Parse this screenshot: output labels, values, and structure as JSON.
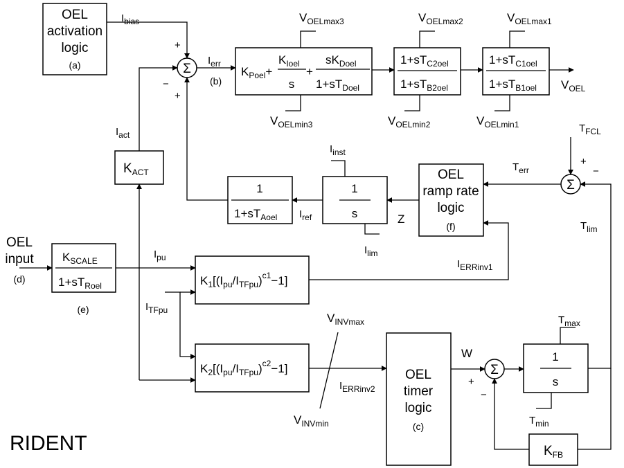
{
  "labels": {
    "oel_act_line1": "OEL",
    "oel_act_line2": "activation",
    "oel_act_line3": "logic",
    "tag_a": "(a)",
    "tag_b": "(b)",
    "tag_c": "(c)",
    "tag_d": "(d)",
    "tag_e": "(e)",
    "tag_f": "(f)",
    "sigma": "Σ",
    "plus": "+",
    "minus": "−",
    "I": "I",
    "bias": "bias",
    "err": "err",
    "act": "act",
    "inst": "inst",
    "lim": "lim",
    "ref": "ref",
    "pu": "pu",
    "TFpu": "TFpu",
    "ERRinv1": "ERRinv1",
    "ERRinv2": "ERRinv2",
    "V": "V",
    "OELmax3": "OELmax3",
    "OELmax2": "OELmax2",
    "OELmax1": "OELmax1",
    "OELmin3": "OELmin3",
    "OELmin2": "OELmin2",
    "OELmin1": "OELmin1",
    "OEL": "OEL",
    "INVmax": "INVmax",
    "INVmin": "INVmin",
    "T": "T",
    "FCL": "FCL",
    "max": "max",
    "min": "min",
    "K": "K",
    "ACT": "ACT",
    "SCALE": "SCALE",
    "FB": "FB",
    "Poel": "Poel",
    "Ioel": "Ioel",
    "Doel": "Doel",
    "one": "1",
    "s": "s",
    "one_plus_sT": "1+sT",
    "C2oel": "C2oel",
    "B2oel": "B2oel",
    "C1oel": "C1oel",
    "B1oel": "B1oel",
    "Aoel": "Aoel",
    "Roel": "Roel",
    "sK": "sK",
    "Z": "Z",
    "W": "W",
    "ramp_line1": "OEL",
    "ramp_line2": "ramp rate",
    "ramp_line3": "logic",
    "timer_line1": "OEL",
    "timer_line2": "timer",
    "timer_line3": "logic",
    "input_line1": "OEL",
    "input_line2": "input",
    "k1_pre": "K",
    "k1_idx": "1",
    "k2_idx": "2",
    "k_open": "[(I",
    "k_slash": "/I",
    "k_close": ")",
    "c1": "c1",
    "c2": "c2",
    "k_end": "−1]",
    "brand": "RIDENT"
  }
}
